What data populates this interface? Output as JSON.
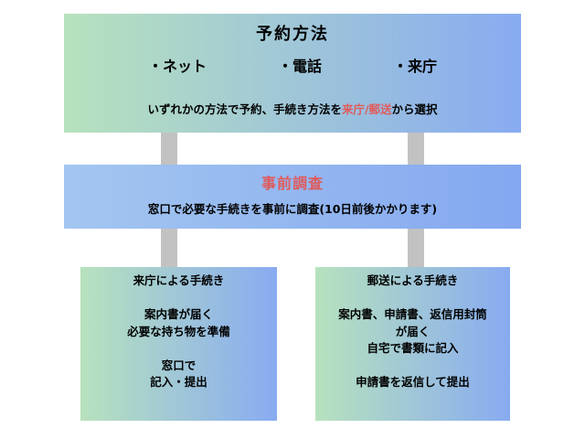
{
  "colors": {
    "gradient_green": "#b7e2bd",
    "gradient_blue": "#88abf1",
    "middle_gradient_left": "#a3c6f0",
    "middle_gradient_right": "#84a8f0",
    "connector_gray": "#c2c2c2",
    "accent_red": "#e05b5b",
    "text": "#000000",
    "background": "#ffffff"
  },
  "top_box": {
    "title": "予約方法",
    "options": [
      "・ネット",
      "・電話",
      "・来庁"
    ],
    "note_prefix": "いずれかの方法で予約、手続き方法を",
    "note_highlight": "来庁/郵送",
    "note_suffix": "から選択"
  },
  "middle_box": {
    "title": "事前調査",
    "description": "窓口で必要な手続きを事前に調査(10日前後かかります)"
  },
  "left_box": {
    "lines": [
      "来庁による手続き",
      "",
      "案内書が届く",
      "必要な持ち物を準備",
      "",
      "窓口で",
      "記入・提出"
    ]
  },
  "right_box": {
    "lines": [
      "郵送による手続き",
      "",
      "案内書、申請書、返信用封筒",
      "が届く",
      "自宅で書類に記入",
      "",
      "申請書を返信して提出"
    ]
  }
}
